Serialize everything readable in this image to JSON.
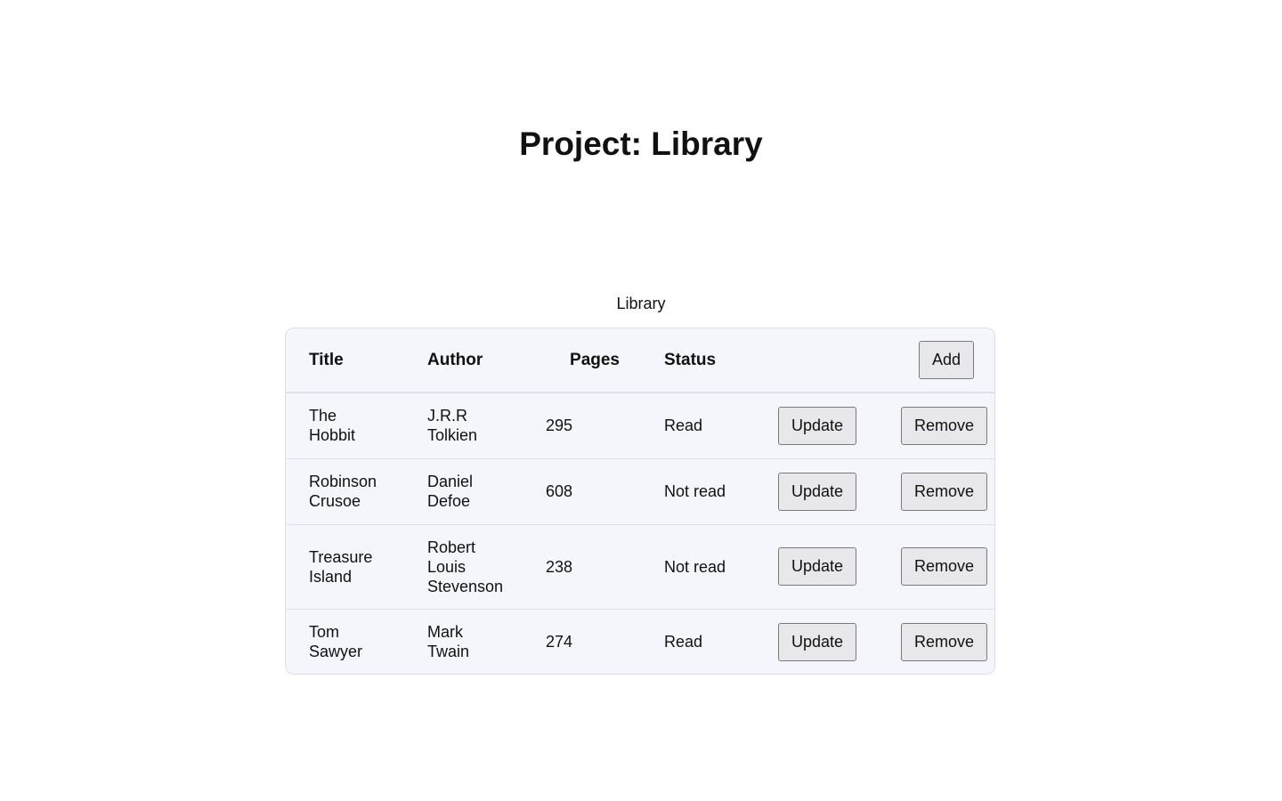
{
  "page": {
    "title": "Project: Library"
  },
  "table": {
    "caption": "Library",
    "headers": {
      "title": "Title",
      "author": "Author",
      "pages": "Pages",
      "status": "Status"
    },
    "add_label": "Add",
    "update_label": "Update",
    "remove_label": "Remove",
    "rows": [
      {
        "title": "The Hobbit",
        "author": "J.R.R Tolkien",
        "pages": "295",
        "status": "Read"
      },
      {
        "title": "Robinson Crusoe",
        "author": "Daniel Defoe",
        "pages": "608",
        "status": "Not read"
      },
      {
        "title": "Treasure Island",
        "author": "Robert Louis Stevenson",
        "pages": "238",
        "status": "Not read"
      },
      {
        "title": "Tom Sawyer",
        "author": "Mark Twain",
        "pages": "274",
        "status": "Read"
      }
    ]
  },
  "colors": {
    "table_background": "#f5f6fb",
    "table_border": "#dde0ea",
    "button_background": "#e8e8ec"
  }
}
